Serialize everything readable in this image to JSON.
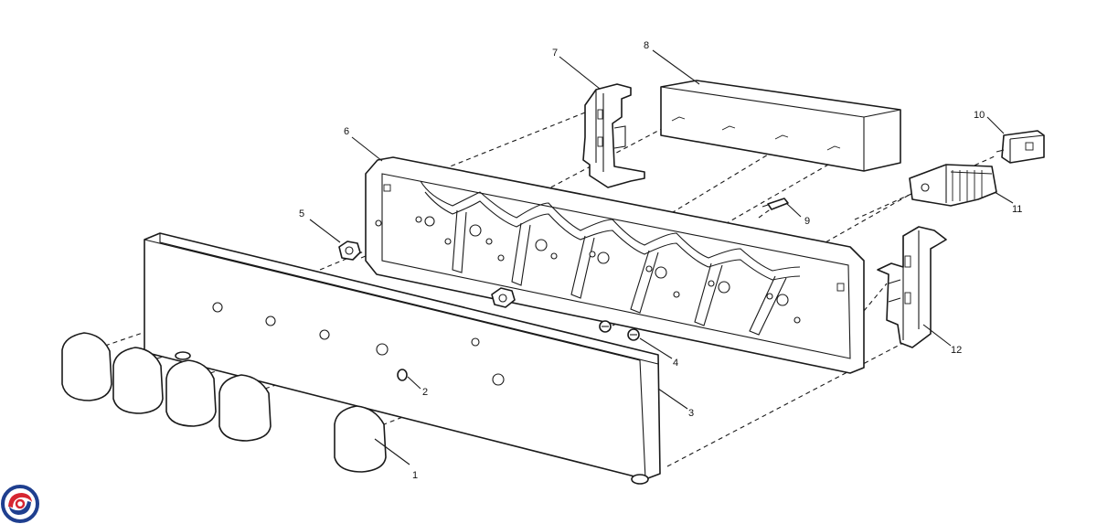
{
  "diagram": {
    "callouts": [
      "1",
      "2",
      "3",
      "4",
      "5",
      "6",
      "7",
      "8",
      "9",
      "10",
      "11",
      "12"
    ]
  },
  "logo": {
    "colors": [
      "#1f3f8f",
      "#d62631"
    ]
  }
}
